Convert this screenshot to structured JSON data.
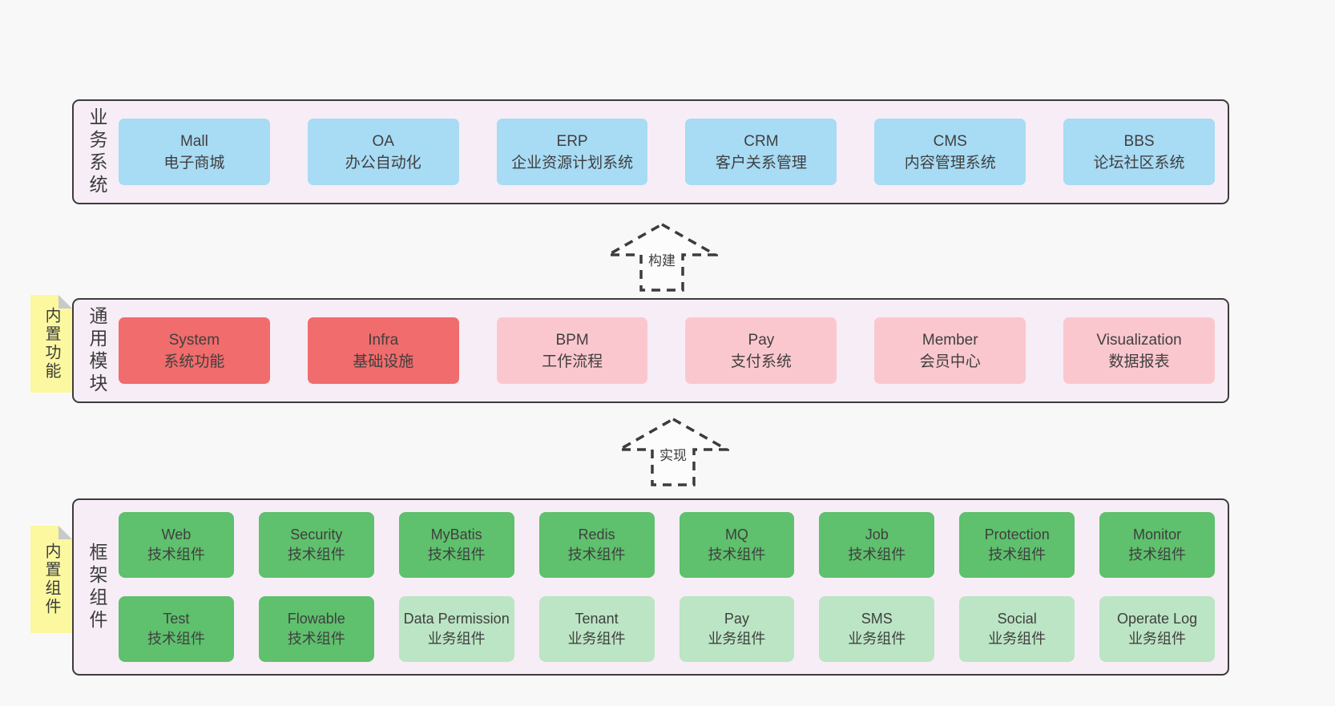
{
  "colors": {
    "page_bg": "#f8f8f8",
    "container_bg": "#f7edf6",
    "container_border": "#3c3c3c",
    "blue_box": "#a8dbf4",
    "red_box": "#f16c6c",
    "pink_box": "#fbc7ce",
    "green_dark_box": "#5fc06d",
    "green_light_box": "#bbe5c4",
    "sticky_yellow": "#fbf8a0"
  },
  "arrows": {
    "build": "构建",
    "implement": "实现"
  },
  "bands": {
    "business": {
      "side_label": "业务系统",
      "boxes": [
        {
          "title": "Mall",
          "subtitle": "电子商城"
        },
        {
          "title": "OA",
          "subtitle": "办公自动化"
        },
        {
          "title": "ERP",
          "subtitle": "企业资源计划系统"
        },
        {
          "title": "CRM",
          "subtitle": "客户关系管理"
        },
        {
          "title": "CMS",
          "subtitle": "内容管理系统"
        },
        {
          "title": "BBS",
          "subtitle": "论坛社区系统"
        }
      ]
    },
    "modules": {
      "side_label": "通用模块",
      "sticky": "内置功能",
      "boxes": [
        {
          "title": "System",
          "subtitle": "系统功能",
          "variant": "red"
        },
        {
          "title": "Infra",
          "subtitle": "基础设施",
          "variant": "red"
        },
        {
          "title": "BPM",
          "subtitle": "工作流程",
          "variant": "pink"
        },
        {
          "title": "Pay",
          "subtitle": "支付系统",
          "variant": "pink"
        },
        {
          "title": "Member",
          "subtitle": "会员中心",
          "variant": "pink"
        },
        {
          "title": "Visualization",
          "subtitle": "数据报表",
          "variant": "pink"
        }
      ]
    },
    "components": {
      "side_label": "框架组件",
      "sticky": "内置组件",
      "row1": [
        {
          "title": "Web",
          "subtitle": "技术组件"
        },
        {
          "title": "Security",
          "subtitle": "技术组件"
        },
        {
          "title": "MyBatis",
          "subtitle": "技术组件"
        },
        {
          "title": "Redis",
          "subtitle": "技术组件"
        },
        {
          "title": "MQ",
          "subtitle": "技术组件"
        },
        {
          "title": "Job",
          "subtitle": "技术组件"
        },
        {
          "title": "Protection",
          "subtitle": "技术组件"
        },
        {
          "title": "Monitor",
          "subtitle": "技术组件"
        }
      ],
      "row2": [
        {
          "title": "Test",
          "subtitle": "技术组件",
          "variant": "green-dark"
        },
        {
          "title": "Flowable",
          "subtitle": "技术组件",
          "variant": "green-dark"
        },
        {
          "title": "Data Permission",
          "subtitle": "业务组件",
          "variant": "green-light"
        },
        {
          "title": "Tenant",
          "subtitle": "业务组件",
          "variant": "green-light"
        },
        {
          "title": "Pay",
          "subtitle": "业务组件",
          "variant": "green-light"
        },
        {
          "title": "SMS",
          "subtitle": "业务组件",
          "variant": "green-light"
        },
        {
          "title": "Social",
          "subtitle": "业务组件",
          "variant": "green-light"
        },
        {
          "title": "Operate Log",
          "subtitle": "业务组件",
          "variant": "green-light"
        }
      ]
    }
  }
}
